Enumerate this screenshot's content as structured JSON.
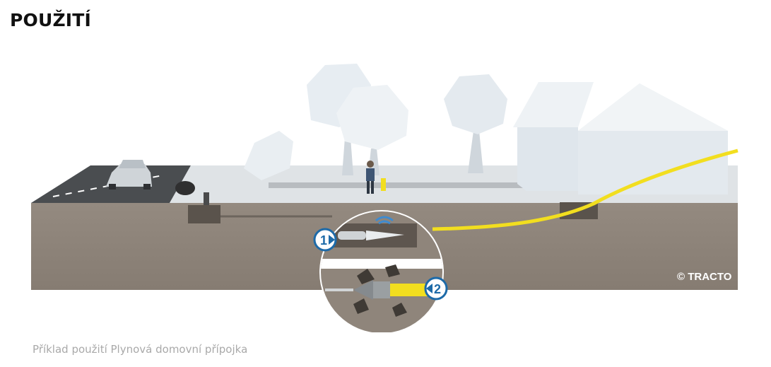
{
  "page": {
    "title": "POUŽITÍ",
    "caption": "Příklad použití Plynová domovní přípojka"
  },
  "illustration": {
    "watermark": "© TRACTO",
    "steps": [
      {
        "number": "1",
        "icon": "arrow-right-icon"
      },
      {
        "number": "2",
        "icon": "arrow-left-icon"
      }
    ]
  },
  "colors": {
    "ground": "#8d8378",
    "road": "#4a4d50",
    "pipe": "#f2de1f",
    "badge": "#1d6aa8",
    "trees": "#e7edf2",
    "house": "#e0e7ed"
  }
}
